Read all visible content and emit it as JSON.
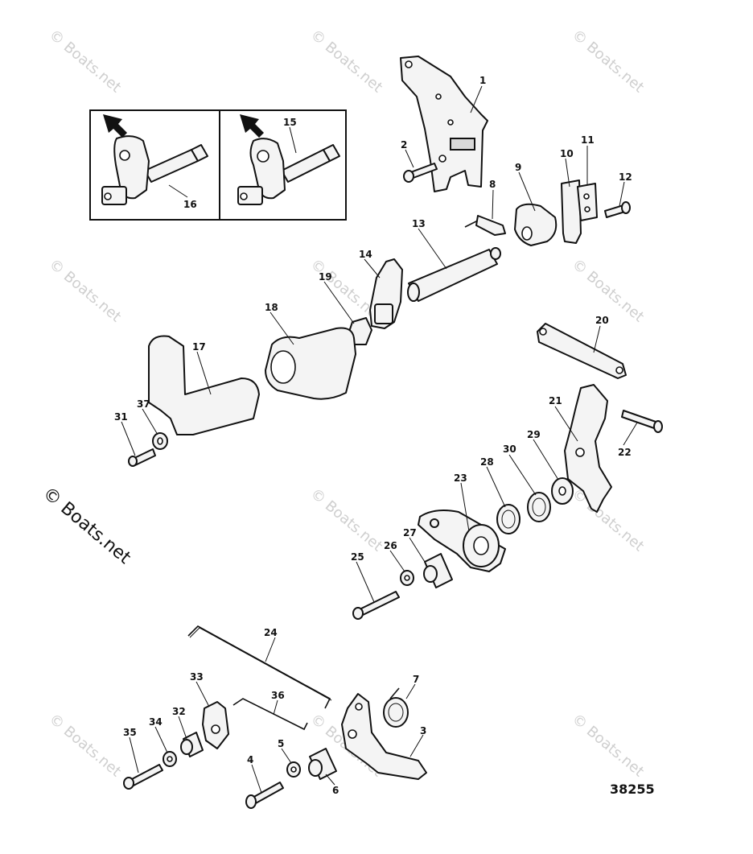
{
  "figure_id": "38255",
  "watermark": {
    "small_text": "© Boats.net",
    "large_text": "© Boats.net"
  },
  "callouts": [
    {
      "id": "p1",
      "label": "1"
    },
    {
      "id": "p2",
      "label": "2"
    },
    {
      "id": "p3",
      "label": "3"
    },
    {
      "id": "p4",
      "label": "4"
    },
    {
      "id": "p5",
      "label": "5"
    },
    {
      "id": "p6",
      "label": "6"
    },
    {
      "id": "p7",
      "label": "7"
    },
    {
      "id": "p8",
      "label": "8"
    },
    {
      "id": "p9",
      "label": "9"
    },
    {
      "id": "p10",
      "label": "10"
    },
    {
      "id": "p11",
      "label": "11"
    },
    {
      "id": "p12",
      "label": "12"
    },
    {
      "id": "p13",
      "label": "13"
    },
    {
      "id": "p14",
      "label": "14"
    },
    {
      "id": "p15",
      "label": "15"
    },
    {
      "id": "p16",
      "label": "16"
    },
    {
      "id": "p17",
      "label": "17"
    },
    {
      "id": "p18",
      "label": "18"
    },
    {
      "id": "p19",
      "label": "19"
    },
    {
      "id": "p20",
      "label": "20"
    },
    {
      "id": "p21",
      "label": "21"
    },
    {
      "id": "p22",
      "label": "22"
    },
    {
      "id": "p23",
      "label": "23"
    },
    {
      "id": "p24",
      "label": "24"
    },
    {
      "id": "p25",
      "label": "25"
    },
    {
      "id": "p26",
      "label": "26"
    },
    {
      "id": "p27",
      "label": "27"
    },
    {
      "id": "p28",
      "label": "28"
    },
    {
      "id": "p29",
      "label": "29"
    },
    {
      "id": "p30",
      "label": "30"
    },
    {
      "id": "p31",
      "label": "31"
    },
    {
      "id": "p32",
      "label": "32"
    },
    {
      "id": "p33",
      "label": "33"
    },
    {
      "id": "p34",
      "label": "34"
    },
    {
      "id": "p35",
      "label": "35"
    },
    {
      "id": "p36",
      "label": "36"
    },
    {
      "id": "p37",
      "label": "37"
    }
  ]
}
